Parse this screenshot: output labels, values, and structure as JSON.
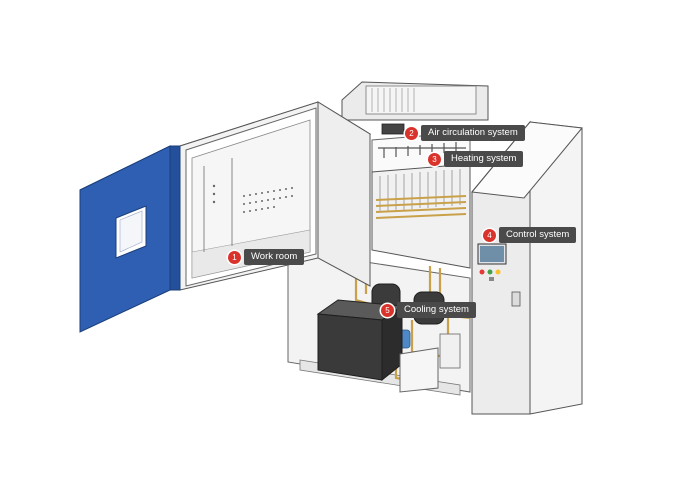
{
  "colors": {
    "badge": "#d9342b",
    "label_bg": "#4a4a4a",
    "label_text": "#ffffff",
    "door": "#2f5fb3",
    "outline": "#555555",
    "panel": "#f2f2f2",
    "compressor": "#3a3a3a",
    "pipe": "#c9a14a"
  },
  "callouts": [
    {
      "number": "1",
      "label": "Work room",
      "icon": "number-badge"
    },
    {
      "number": "2",
      "label": "Air circulation system",
      "icon": "number-badge"
    },
    {
      "number": "3",
      "label": "Heating system",
      "icon": "number-badge"
    },
    {
      "number": "4",
      "label": "Control system",
      "icon": "number-badge"
    },
    {
      "number": "5",
      "label": "Cooling system",
      "icon": "number-badge"
    }
  ]
}
